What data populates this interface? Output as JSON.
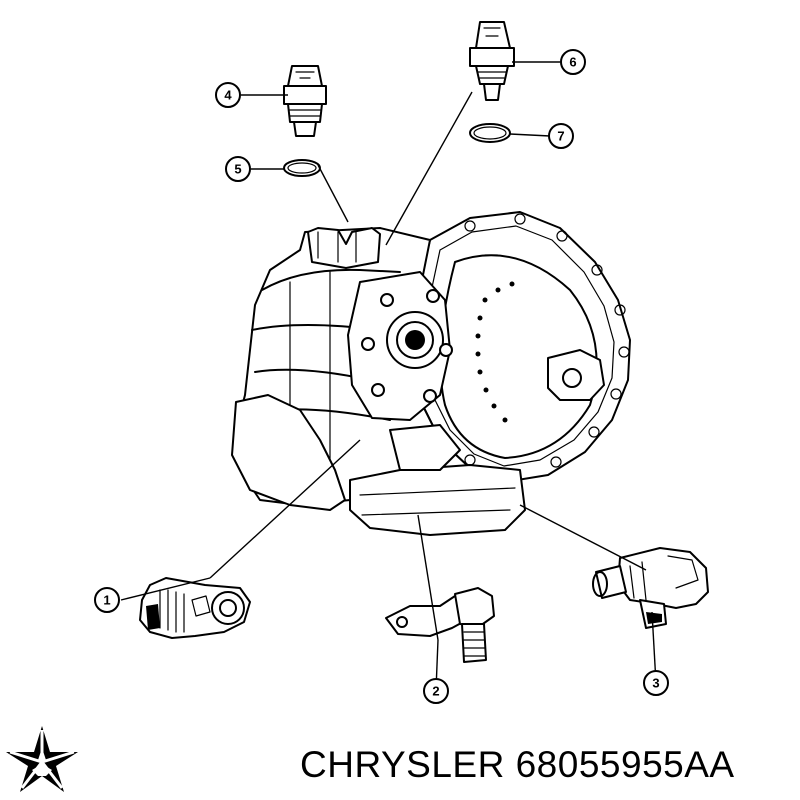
{
  "caption": "CHRYSLER 68055955AA",
  "callouts": [
    {
      "label": "1",
      "part": "sensor-1"
    },
    {
      "label": "2",
      "part": "sensor-2"
    },
    {
      "label": "3",
      "part": "sensor-3"
    },
    {
      "label": "4",
      "part": "pressure-switch-4"
    },
    {
      "label": "5",
      "part": "o-ring-5"
    },
    {
      "label": "6",
      "part": "pressure-switch-6"
    },
    {
      "label": "7",
      "part": "o-ring-7"
    }
  ],
  "logo": {
    "name": "pentastar-icon",
    "color": "#000000"
  },
  "colors": {
    "line": "#000000",
    "background": "#ffffff"
  }
}
